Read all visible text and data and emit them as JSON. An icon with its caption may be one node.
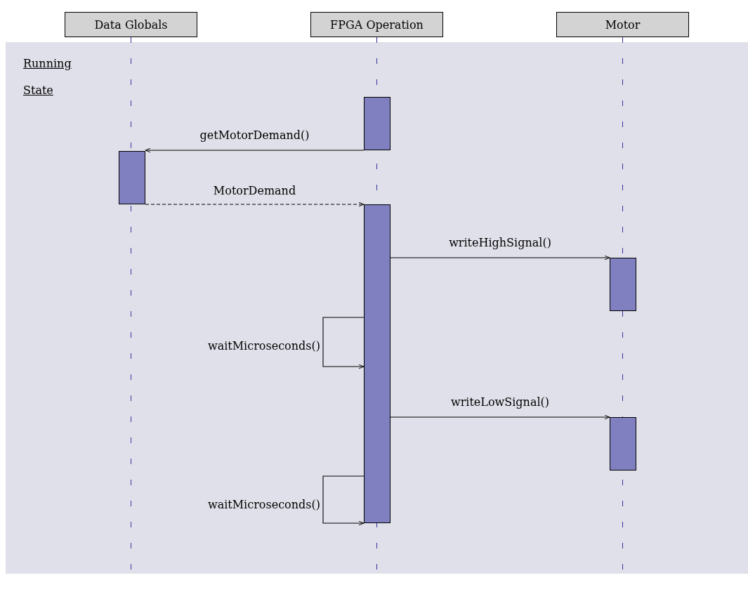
{
  "diagram": {
    "nodes": [
      {
        "text": [
          "Data Globals"
        ]
      },
      {
        "text": [
          "FPGA Operation"
        ]
      },
      {
        "text": [
          "Motor"
        ]
      },
      {
        "text": [
          "Running State"
        ]
      },
      {
        "text": [],
        "shape": "bar",
        "in": 3
      },
      {
        "text": [],
        "shape": "bar",
        "in": 3
      },
      {
        "text": [],
        "shape": "bar",
        "in": 3
      },
      {
        "text": [],
        "shape": "bar",
        "in": 3
      },
      {
        "text": [],
        "shape": "bar",
        "in": 3
      }
    ],
    "edges": [
      {
        "from": 4,
        "to": 5,
        "arrow": "to",
        "label": "getMotorDemand()"
      },
      {
        "from": 5,
        "to": 6,
        "arrow": "to",
        "label": "MotorDemand",
        "style": "dashed"
      },
      {
        "from": 6,
        "to": 7,
        "arrow": "to",
        "label": "writeHighSignal()"
      },
      {
        "from": 6,
        "to": 6,
        "arrow": "to",
        "label": "waitMicroseconds()"
      },
      {
        "from": 6,
        "to": 8,
        "arrow": "to",
        "label": "writeLowSignal()"
      },
      {
        "from": 6,
        "to": 6,
        "arrow": "to",
        "label": "waitMicroseconds()"
      }
    ]
  }
}
